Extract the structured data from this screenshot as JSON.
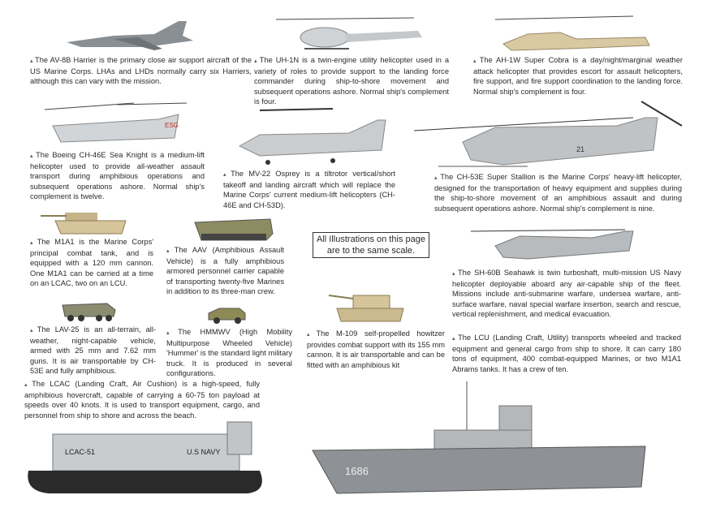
{
  "notice": "All Illustrations on this page are to the same scale.",
  "items": {
    "av8b": "The AV-8B Harrier is the primary close air support aircraft of the US Marine Corps. LHAs and LHDs normally carry six Harriers, although this can vary with the mission.",
    "uh1n": "The UH-1N is a twin-engine utility helicopter used in a variety of roles to provide support to the landing force commander during ship-to-shore movement and subsequent operations ashore. Normal ship's complement is four.",
    "ah1w": "The AH-1W Super Cobra is a day/night/marginal weather attack helicopter that provides escort for assault helicopters, fire support, and fire support coordination to the landing force. Normal ship's complement is four.",
    "ch46e": "The Boeing CH-46E Sea Knight is a medium-lift helicopter used to provide all-weather assault transport during amphibious operations and subsequent operations ashore. Normal ship's complement is twelve.",
    "mv22": "The MV-22 Osprey is a tiltrotor vertical/short takeoff and landing aircraft which will replace the Marine Corps' current medium-lift helicopters (CH-46E and CH-53D).",
    "ch53e": "The CH-53E Super Stallion is the Marine Corps' heavy-lift helicopter, designed for the transportation of heavy equipment and supplies during the ship-to-shore movement of an amphibious assault and during subsequent operations ashore. Normal ship's complement is nine.",
    "m1a1": "The M1A1 is the Marine Corps' principal combat tank, and is equipped with a 120 mm cannon. One M1A1 can be carried at a time on an LCAC, two on an LCU.",
    "aav": "The AAV (Amphibious Assault Vehicle) is a fully amphibious armored personnel carrier capable of transporting twenty-five Marines in addition to its three-man crew.",
    "sh60b": "The SH-60B Seahawk is twin turboshaft, multi-mission US Navy helicopter deployable aboard any air-capable ship of the fleet. Missions include anti-submarine warfare, undersea warfare, anti-surface warfare, naval special warfare insertion, search and rescue, vertical replenishment, and medical evacuation.",
    "lav25": "The LAV-25 is an all-terrain, all-weather, night-capable vehicle, armed with 25 mm and 7.62 mm guns. It is air transportable by CH-53E and fully amphibious.",
    "hmmwv": "The HMMWV (High Mobility Multipurpose Wheeled Vehicle) 'Hummer' is the standard light military truck. It is produced in several configurations.",
    "m109": "The M-109 self-propelled howitzer provides combat support with its 155 mm cannon. It is air transportable and can be fitted with an amphibious kit",
    "lcu": "The LCU (Landing Craft, Utility) transports wheeled and tracked equipment and general cargo from ship to shore. It can carry 180 tons of equipment, 400 combat-equipped Marines, or two M1A1 Abrams tanks. It has a crew of ten.",
    "lcac": "The LCAC (Landing Craft, Air Cushion) is a high-speed, fully amphibious hovercraft, capable of carrying a 60-75 ton payload at speeds over 40 knots. It is used to transport equipment, cargo, and personnel from ship to shore and across the beach."
  },
  "markings": {
    "lcac_hull": "LCAC-51",
    "lcac_side": "U.S NAVY",
    "lcu_hull": "1686",
    "ch53_num": "21"
  }
}
